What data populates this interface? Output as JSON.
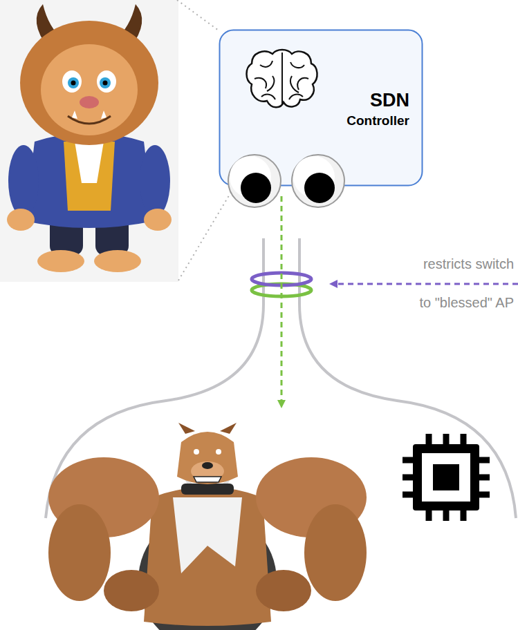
{
  "diagram": {
    "nodes": [
      {
        "text": [
          "SDN",
          "Controller"
        ]
      }
    ],
    "labels": [
      "restricts switch",
      "to \"blessed\" AP"
    ]
  }
}
